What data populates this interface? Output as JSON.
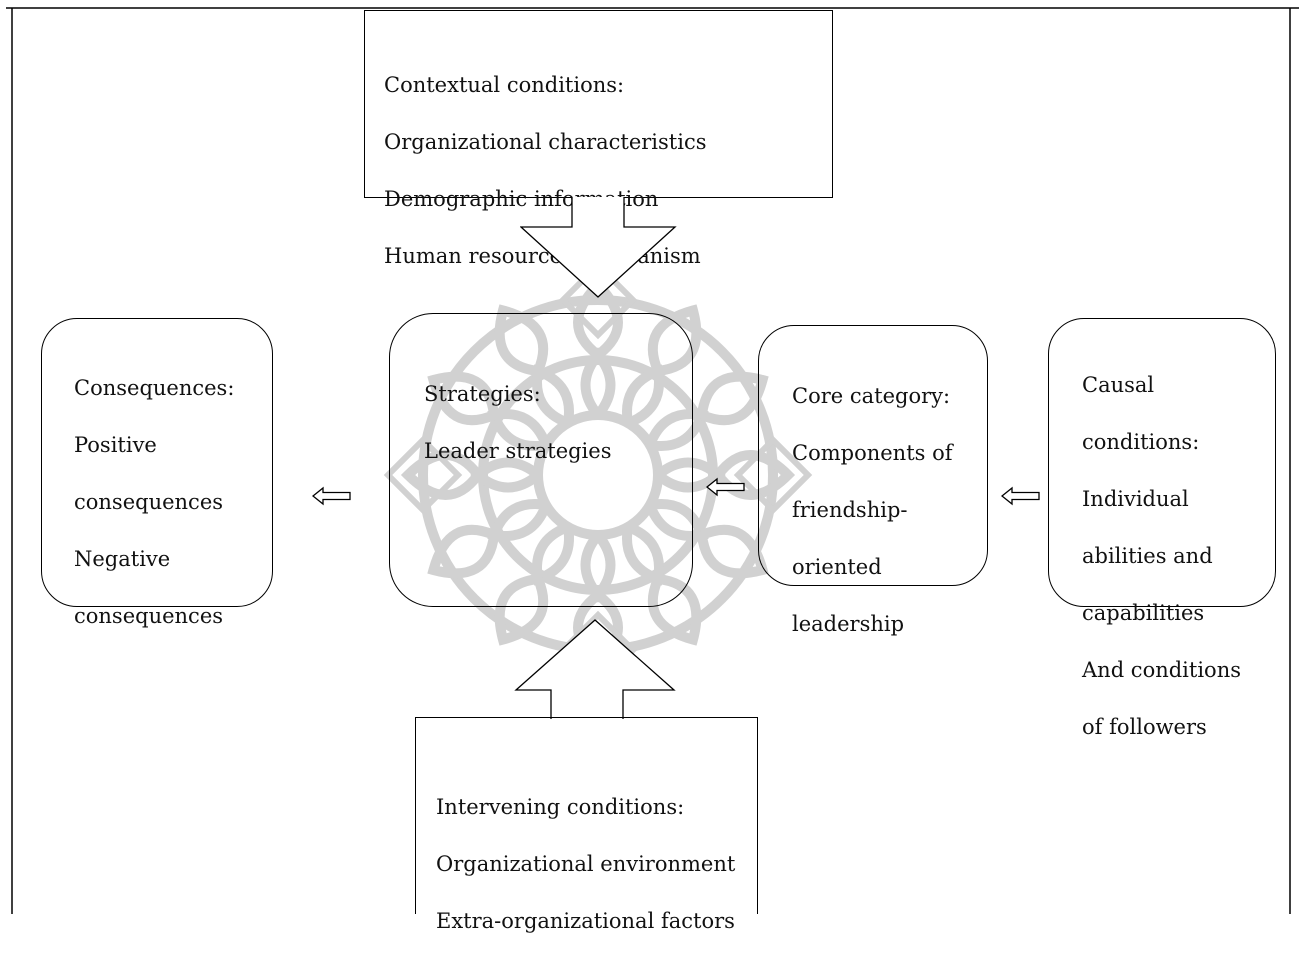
{
  "contextual": {
    "title": "Contextual conditions:",
    "lines": [
      "Organizational characteristics",
      "Demographic information",
      "Human resources mechanism"
    ]
  },
  "consequences": {
    "title": "Consequences:",
    "lines": [
      "Positive",
      "consequences",
      "Negative",
      "consequences"
    ]
  },
  "strategies": {
    "title": "Strategies:",
    "lines": [
      "Leader strategies"
    ]
  },
  "core": {
    "title": "Core category:",
    "lines": [
      "Components of",
      "friendship-",
      "oriented",
      "leadership"
    ]
  },
  "causal": {
    "title": "Causal",
    "lines": [
      "conditions:",
      "Individual",
      "abilities and",
      "capabilities",
      "And conditions",
      "of followers"
    ]
  },
  "intervening": {
    "title": "Intervening conditions:",
    "lines": [
      "Organizational environment",
      "Extra-organizational factors"
    ]
  }
}
